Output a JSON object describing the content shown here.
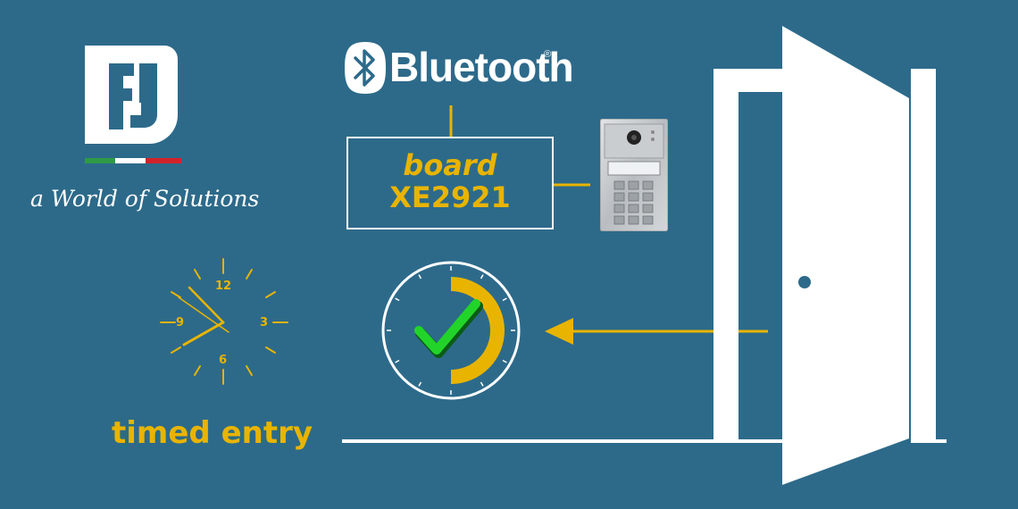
{
  "brand": {
    "logo_letters": "FJ",
    "tagline": "a World of Solutions",
    "flag_colors": [
      "#2e9a48",
      "#ffffff",
      "#d2232a"
    ]
  },
  "bluetooth": {
    "icon": "bluetooth-icon",
    "label": "Bluetooth",
    "registered": "®"
  },
  "board": {
    "line1": "board",
    "line2": "XE2921"
  },
  "clock": {
    "labels": {
      "twelve": "12",
      "three": "3",
      "six": "6",
      "nine": "9"
    }
  },
  "timer_icon": {
    "check": "checkmark-icon",
    "check_color": "#22d42a"
  },
  "caption": "timed entry",
  "colors": {
    "background": "#2d6a8a",
    "accent": "#e8b400",
    "line": "#ffffff"
  }
}
